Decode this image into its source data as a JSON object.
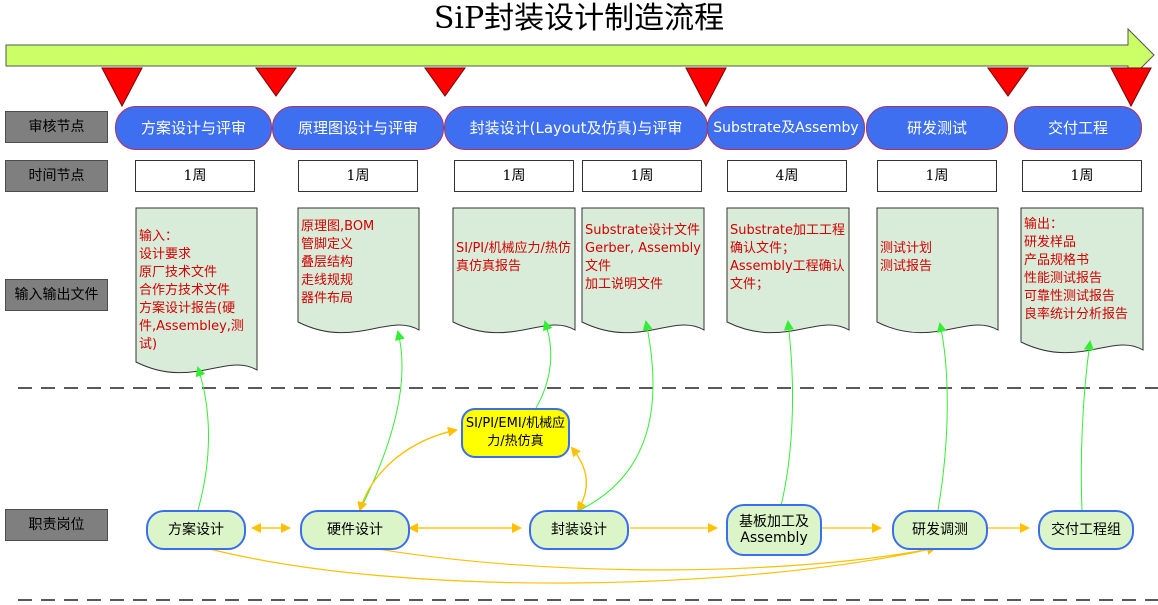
{
  "title": "SiP封装设计制造流程",
  "row_labels": {
    "review": "审核节点",
    "time": "时间节点",
    "io_docs": "输入输出文件",
    "roles": "职责岗位"
  },
  "phases": [
    {
      "label": "方案设计与评审"
    },
    {
      "label": "原理图设计与评审"
    },
    {
      "label": "封装设计(Layout及仿真)与评审"
    },
    {
      "label": "Substrate及Assemby"
    },
    {
      "label": "研发测试"
    },
    {
      "label": "交付工程"
    }
  ],
  "durations": [
    "1周",
    "1周",
    "1周",
    "1周",
    "4周",
    "1周",
    "1周"
  ],
  "documents": [
    "输入：\n设计要求\n原厂技术文件\n合作方技术文件\n方案设计报告(硬件,Assembley,测试)",
    "原理图,BOM\n管脚定义\n叠层结构\n走线规规\n器件布局",
    "SI/PI/机械应力/热仿真仿真报告",
    "Substrate设计文件Gerber, Assembly文件\n加工说明文件",
    "Substrate加工工程确认文件；\n Assembly工程确认文件；",
    "测试计划\n测试报告",
    "输出：\n研发样品\n产品规格书\n性能测试报告\n可靠性测试报告\n良率统计分析报告"
  ],
  "simulation": "SI/PI/EMI/机械应力/热仿真",
  "roles": [
    {
      "label": "方案设计"
    },
    {
      "label": "硬件设计"
    },
    {
      "label": "封装设计"
    },
    {
      "label": "基板加工及Assembly"
    },
    {
      "label": "研发调测"
    },
    {
      "label": "交付工程组"
    }
  ],
  "colors": {
    "arrow_fill": "#ccff66",
    "review_marker": "#ff0000",
    "phase_fill": "#3d6ff0",
    "doc_fill": "#d9ecd9",
    "doc_text": "#d40000",
    "role_fill": "#dbf5c8",
    "role_border": "#3a6ef0",
    "sim_fill": "#ffff00",
    "link_green": "#33ee33",
    "link_yellow": "#ffc000"
  }
}
